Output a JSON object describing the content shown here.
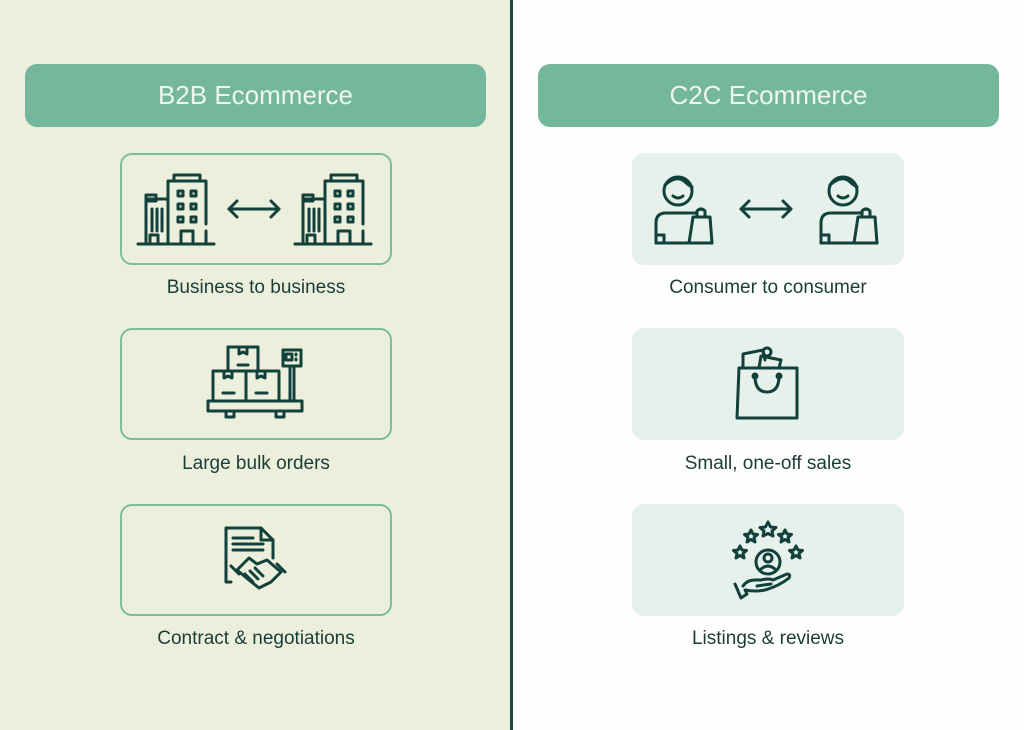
{
  "left": {
    "title": "B2B Ecommerce",
    "items": [
      {
        "label": "Business to business",
        "icon": "building-exchange-icon"
      },
      {
        "label": "Large bulk orders",
        "icon": "pallet-scale-icon"
      },
      {
        "label": "Contract & negotiations",
        "icon": "contract-handshake-icon"
      }
    ]
  },
  "right": {
    "title": "C2C Ecommerce",
    "items": [
      {
        "label": "Consumer to consumer",
        "icon": "consumer-exchange-icon"
      },
      {
        "label": "Small, one-off sales",
        "icon": "shopping-bag-icon"
      },
      {
        "label": "Listings & reviews",
        "icon": "rating-hand-icon"
      }
    ]
  },
  "colors": {
    "left_bg": "#ebefdc",
    "right_bg": "#fdfefd",
    "header": "#74b79c",
    "divider": "#1e4a44",
    "icon_stroke": "#12403a"
  }
}
